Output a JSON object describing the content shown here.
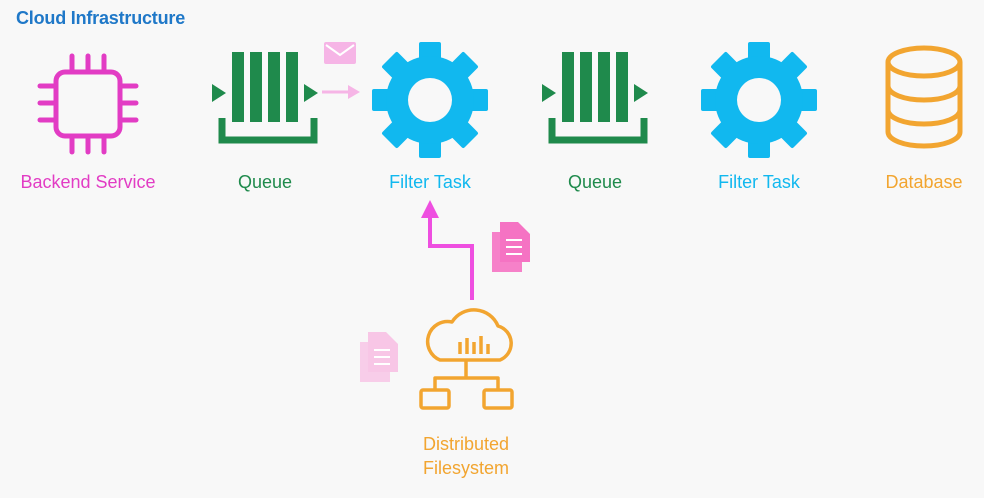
{
  "title": "Cloud Infrastructure",
  "colors": {
    "title": "#1f78c8",
    "backend": "#e23cc4",
    "queue": "#1f8a4c",
    "filter": "#11b8ef",
    "database": "#f2a530",
    "flow_arrow": "#ee4fe0",
    "message": "#f6b5e6",
    "document": "#f573c3",
    "document_light": "#f8c6e6"
  },
  "nodes": {
    "backend": {
      "label": "Backend Service",
      "icon": "cpu-chip-icon"
    },
    "queue1": {
      "label": "Queue",
      "icon": "queue-icon"
    },
    "filter1": {
      "label": "Filter Task",
      "icon": "gear-icon"
    },
    "queue2": {
      "label": "Queue",
      "icon": "queue-icon"
    },
    "filter2": {
      "label": "Filter Task",
      "icon": "gear-icon"
    },
    "database": {
      "label": "Database",
      "icon": "database-icon"
    },
    "dfs": {
      "label": "Distributed Filesystem",
      "icon": "cloud-filesystem-icon"
    }
  }
}
